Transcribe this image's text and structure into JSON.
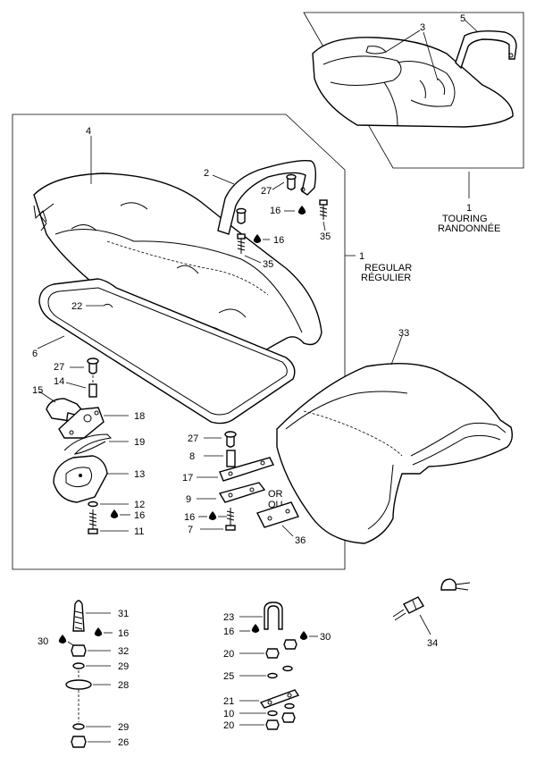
{
  "assemblies": {
    "touring": {
      "number": "1",
      "line1": "TOURING",
      "line2": "RANDONNÉE"
    },
    "regular": {
      "number": "1",
      "line1": "REGULAR",
      "line2": "RÉGULIER"
    },
    "or_text": {
      "line1": "OR",
      "line2": "OU"
    }
  },
  "callouts": {
    "c2": "2",
    "c3": "3",
    "c4": "4",
    "c5": "5",
    "c6": "6",
    "c7": "7",
    "c8": "8",
    "c9": "9",
    "c10": "10",
    "c11": "11",
    "c12": "12",
    "c13": "13",
    "c14": "14",
    "c15": "15",
    "c16a": "16",
    "c16b": "16",
    "c16c": "16",
    "c16d": "16",
    "c16e": "16",
    "c16f": "16",
    "c17": "17",
    "c18": "18",
    "c19": "19",
    "c20a": "20",
    "c20b": "20",
    "c21": "21",
    "c22": "22",
    "c23": "23",
    "c25": "25",
    "c26": "26",
    "c27a": "27",
    "c27b": "27",
    "c27c": "27",
    "c28": "28",
    "c29a": "29",
    "c29b": "29",
    "c30a": "30",
    "c30b": "30",
    "c31": "31",
    "c32": "32",
    "c33": "33",
    "c34": "34",
    "c35a": "35",
    "c35b": "35",
    "c36": "36"
  }
}
